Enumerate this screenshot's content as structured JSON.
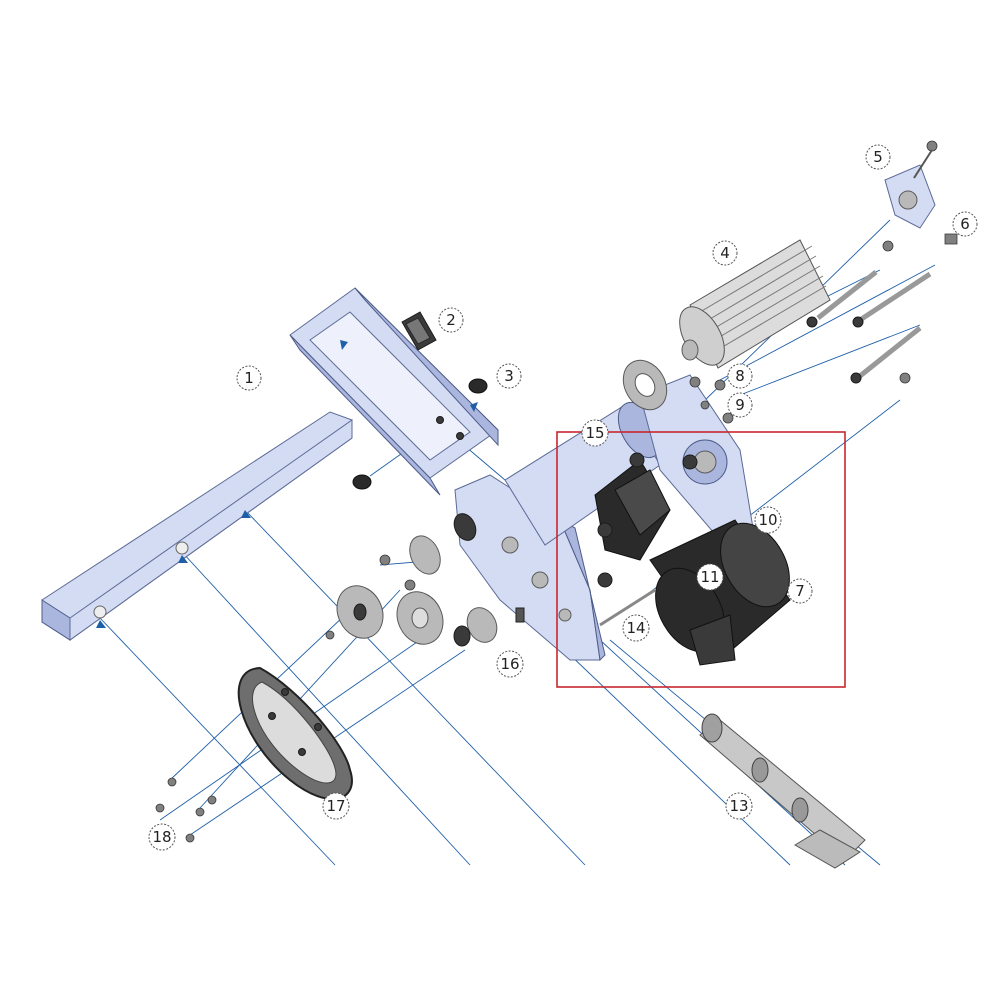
{
  "diagram": {
    "callouts": [
      "1",
      "2",
      "3",
      "4",
      "5",
      "6",
      "7",
      "8",
      "9",
      "10",
      "11",
      "13",
      "14",
      "15",
      "16",
      "17",
      "18"
    ],
    "colors": {
      "leader": "#1f5fa8",
      "frame": "#d4dcf4",
      "motor": "#2a2a2a",
      "highlight_box": "#c8262e"
    }
  }
}
